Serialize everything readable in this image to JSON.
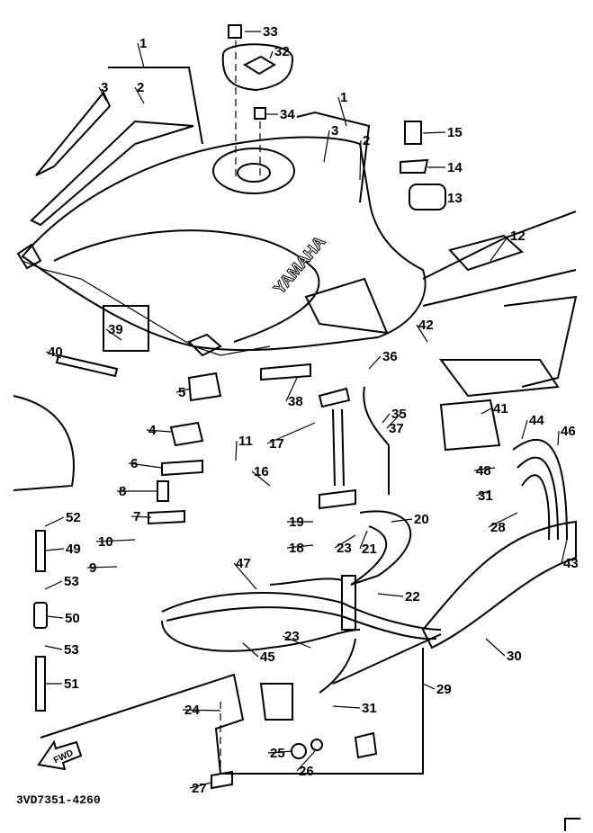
{
  "diagram": {
    "drawing_code": "3VD7351-4260",
    "direction_badge": "FWD",
    "tank_logo": "YAMAHA",
    "callouts": [
      "33",
      "32",
      "1",
      "2",
      "3",
      "34",
      "1",
      "3",
      "2",
      "15",
      "14",
      "13",
      "12",
      "42",
      "39",
      "40",
      "5",
      "38",
      "36",
      "37",
      "35",
      "41",
      "44",
      "46",
      "4",
      "11",
      "17",
      "6",
      "16",
      "48",
      "8",
      "31",
      "28",
      "52",
      "7",
      "19",
      "20",
      "23",
      "21",
      "43",
      "49",
      "10",
      "18",
      "9",
      "53",
      "47",
      "22",
      "50",
      "53",
      "45",
      "23",
      "30",
      "24",
      "31",
      "29",
      "51",
      "25",
      "26",
      "27"
    ]
  }
}
